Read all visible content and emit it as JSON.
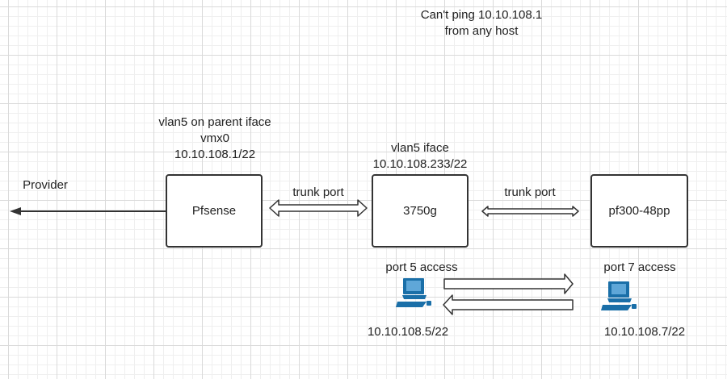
{
  "note": {
    "line1": "Can't ping 10.10.108.1",
    "line2": "from any host"
  },
  "provider": {
    "label": "Provider"
  },
  "pfsense": {
    "label": "Pfsense",
    "desc_line1": "vlan5 on parent iface",
    "desc_line2": "vmx0",
    "desc_line3": "10.10.108.1/22"
  },
  "switch_3750g": {
    "label": "3750g",
    "desc_line1": "vlan5 iface",
    "desc_line2": "10.10.108.233/22"
  },
  "switch_pf300": {
    "label": "pf300-48pp"
  },
  "links": {
    "trunk_left": "trunk port",
    "trunk_right": "trunk port"
  },
  "host_left": {
    "port_label": "port 5 access",
    "ip": "10.10.108.5/22",
    "icon": "computer-icon"
  },
  "host_right": {
    "port_label": "port 7 access",
    "ip": "10.10.108.7/22",
    "icon": "computer-icon"
  },
  "colors": {
    "computer": "#1a6fa8",
    "stroke": "#333333"
  }
}
